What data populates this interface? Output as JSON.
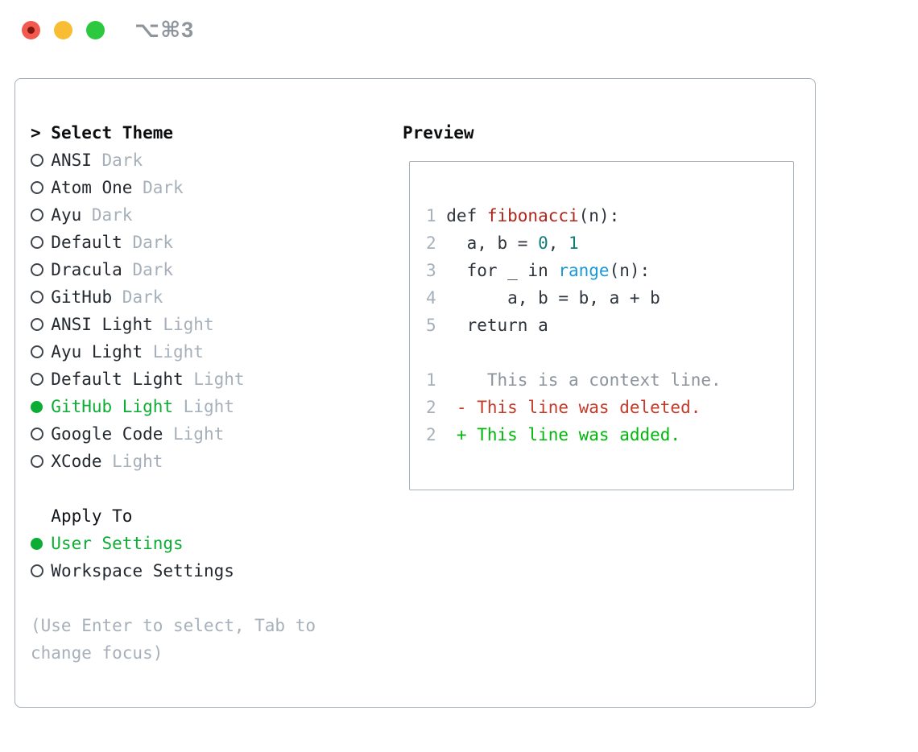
{
  "window": {
    "title": "⌥⌘3",
    "traffic_lights": [
      "close",
      "minimize",
      "zoom"
    ]
  },
  "left": {
    "header_prefix": ">",
    "header_label": "Select Theme",
    "themes": [
      {
        "name": "ANSI",
        "variant": "Dark",
        "selected": false
      },
      {
        "name": "Atom One",
        "variant": "Dark",
        "selected": false
      },
      {
        "name": "Ayu",
        "variant": "Dark",
        "selected": false
      },
      {
        "name": "Default",
        "variant": "Dark",
        "selected": false
      },
      {
        "name": "Dracula",
        "variant": "Dark",
        "selected": false
      },
      {
        "name": "GitHub",
        "variant": "Dark",
        "selected": false
      },
      {
        "name": "ANSI Light",
        "variant": "Light",
        "selected": false
      },
      {
        "name": "Ayu Light",
        "variant": "Light",
        "selected": false
      },
      {
        "name": "Default Light",
        "variant": "Light",
        "selected": false
      },
      {
        "name": "GitHub Light",
        "variant": "Light",
        "selected": true
      },
      {
        "name": "Google Code",
        "variant": "Light",
        "selected": false
      },
      {
        "name": "XCode",
        "variant": "Light",
        "selected": false
      }
    ],
    "apply_to_label": "Apply To",
    "apply_options": [
      {
        "name": "User Settings",
        "selected": true
      },
      {
        "name": "Workspace Settings",
        "selected": false
      }
    ],
    "hint_lines": [
      "(Use Enter to select, Tab to",
      "change focus)"
    ]
  },
  "preview": {
    "title": "Preview",
    "lines": [
      {
        "num": "1",
        "segments": [
          {
            "text": "def ",
            "style": "code"
          },
          {
            "text": "fibonacci",
            "style": "function"
          },
          {
            "text": "(n):",
            "style": "code"
          }
        ]
      },
      {
        "num": "2",
        "segments": [
          {
            "text": "  a, b = ",
            "style": "code"
          },
          {
            "text": "0",
            "style": "number"
          },
          {
            "text": ", ",
            "style": "code"
          },
          {
            "text": "1",
            "style": "number"
          }
        ]
      },
      {
        "num": "3",
        "segments": [
          {
            "text": "  for _ in ",
            "style": "code"
          },
          {
            "text": "range",
            "style": "builtin"
          },
          {
            "text": "(n):",
            "style": "code"
          }
        ]
      },
      {
        "num": "4",
        "segments": [
          {
            "text": "      a, b = b, a + b",
            "style": "code"
          }
        ]
      },
      {
        "num": "5",
        "segments": [
          {
            "text": "  return a",
            "style": "code"
          }
        ]
      },
      {
        "blank": true
      },
      {
        "num": "1",
        "segments": [
          {
            "text": "    This is a context line.",
            "style": "context"
          }
        ]
      },
      {
        "num": "2",
        "segments": [
          {
            "text": " - This line was deleted.",
            "style": "deleted"
          }
        ]
      },
      {
        "num": "2",
        "segments": [
          {
            "text": " + This line was added.",
            "style": "added"
          }
        ]
      }
    ]
  },
  "colors": {
    "accent_green": "#0cad34",
    "added_green": "#00b80b",
    "deleted_red": "#c53a28",
    "function_red": "#b0241a",
    "builtin_blue": "#1b98d8",
    "number_teal": "#0b7f76",
    "muted_gray": "#a6b0ba",
    "context_gray": "#8b939c",
    "code_dark": "#2e343c",
    "border_gray": "#a7afb9",
    "traffic_red": "#f25a50",
    "traffic_yellow": "#f8bd33",
    "traffic_green": "#2bc840"
  }
}
